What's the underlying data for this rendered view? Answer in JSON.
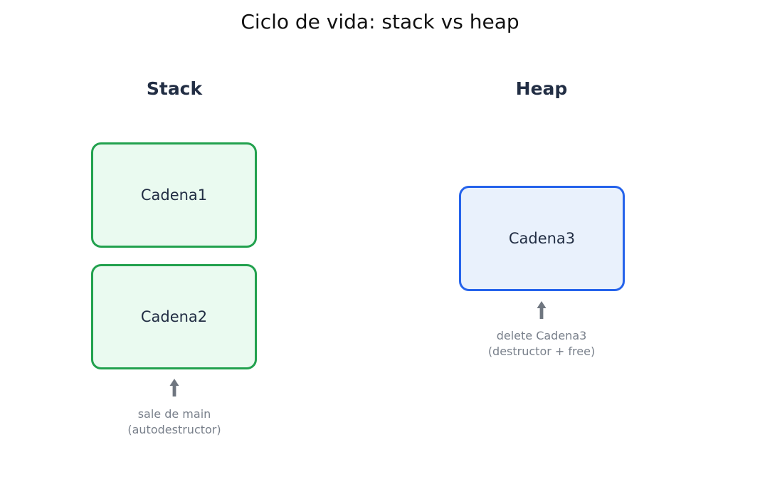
{
  "title": "Ciclo de vida: stack vs heap",
  "columns": {
    "stack": {
      "header": "Stack",
      "boxes": [
        {
          "label": "Cadena1"
        },
        {
          "label": "Cadena2"
        }
      ],
      "caption_line1": "sale de main",
      "caption_line2": "(autodestructor)"
    },
    "heap": {
      "header": "Heap",
      "boxes": [
        {
          "label": "Cadena3"
        }
      ],
      "caption_line1": "delete Cadena3",
      "caption_line2": "(destructor + free)"
    }
  },
  "icons": {
    "stack_arrow": "up-arrow-icon",
    "heap_arrow": "up-arrow-icon"
  },
  "colors": {
    "background": "#ffffff",
    "title_text": "#111111",
    "header_text": "#222e44",
    "box_label_text": "#222e44",
    "stack_box_border": "#22a14e",
    "stack_box_fill": "#eafaf0",
    "heap_box_border": "#2563eb",
    "heap_box_fill": "#e9f1fc",
    "arrow": "#6f7680",
    "caption_text": "#79808b"
  }
}
